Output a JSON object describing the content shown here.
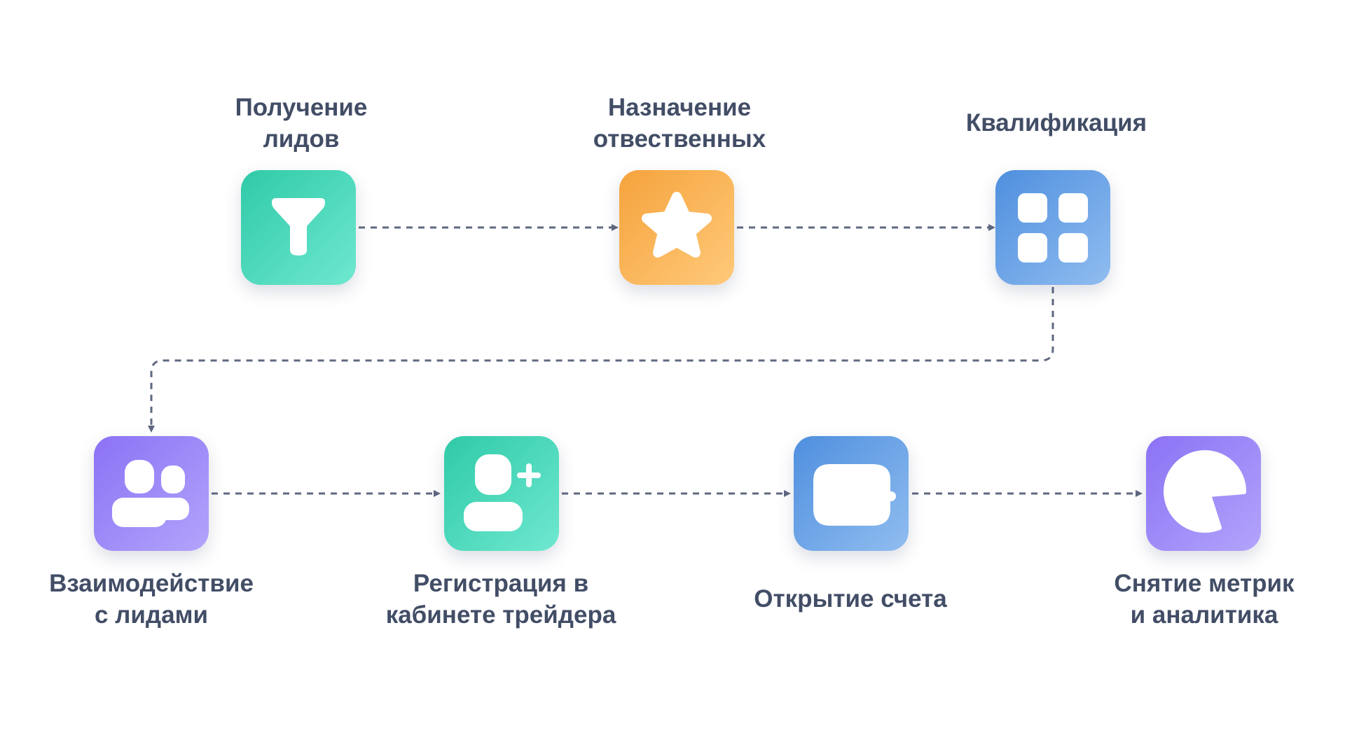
{
  "colors": {
    "label": "#424d66",
    "connector": "#5f6880",
    "icon_fill": "#ffffff",
    "green": [
      "#2fcaa8",
      "#6fe8d0"
    ],
    "orange": [
      "#f5a33c",
      "#ffc97a"
    ],
    "blue": [
      "#4f8fde",
      "#90bdf0"
    ],
    "purple": [
      "#8b72f5",
      "#b3a4fb"
    ]
  },
  "steps": [
    {
      "id": "leads",
      "label": "Получение\nлидов",
      "icon": "funnel-icon",
      "color": "green"
    },
    {
      "id": "assign",
      "label": "Назначение\nотвественных",
      "icon": "star-icon",
      "color": "orange"
    },
    {
      "id": "qualify",
      "label": "Квалификация",
      "icon": "grid-icon",
      "color": "blue"
    },
    {
      "id": "interact",
      "label": "Взаимодействие\nс лидами",
      "icon": "users-icon",
      "color": "purple"
    },
    {
      "id": "register",
      "label": "Регистрация в\nкабинете трейдера",
      "icon": "add-user-icon",
      "color": "green"
    },
    {
      "id": "account",
      "label": "Открытие счета",
      "icon": "wallet-icon",
      "color": "blue"
    },
    {
      "id": "metrics",
      "label": "Снятие метрик\nи аналитика",
      "icon": "pie-chart-icon",
      "color": "purple"
    }
  ]
}
